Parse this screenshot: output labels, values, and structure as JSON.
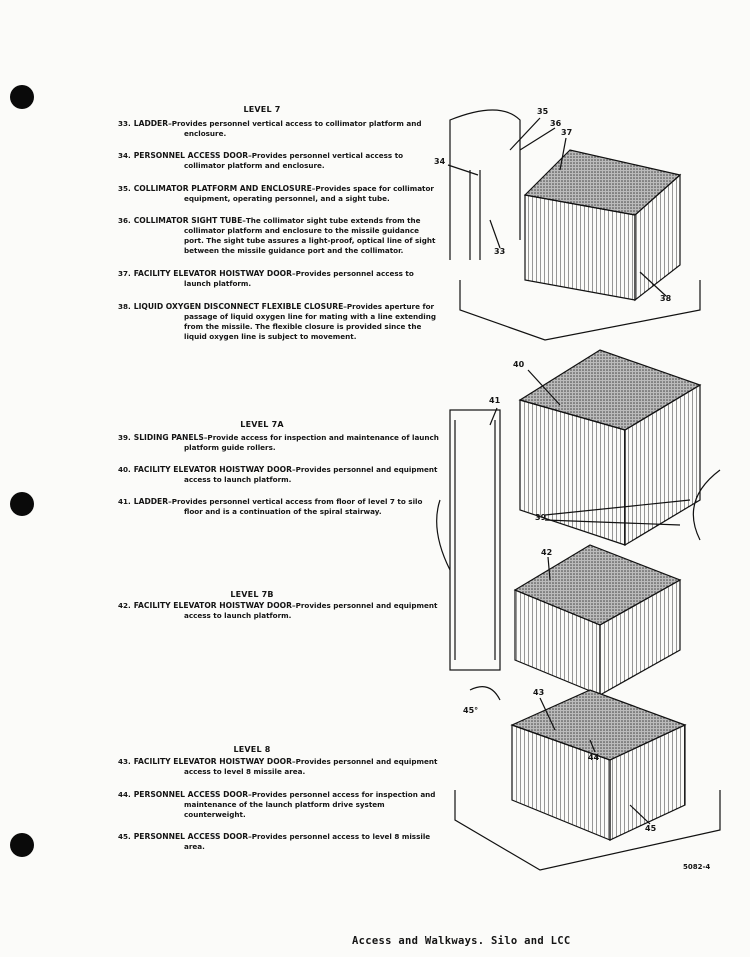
{
  "sections": [
    {
      "heading": "LEVEL 7",
      "entries": [
        {
          "num": "33.",
          "title": "LADDER",
          "desc": "–Provides personnel vertical access to collimator platform and enclosure."
        },
        {
          "num": "34.",
          "title": "PERSONNEL ACCESS DOOR",
          "desc": "–Provides personnel vertical access to collimator platform and enclosure."
        },
        {
          "num": "35.",
          "title": "COLLIMATOR PLATFORM AND ENCLOSURE",
          "desc": "–Provides space for collimator equipment, operating personnel, and a sight tube."
        },
        {
          "num": "36.",
          "title": "COLLIMATOR SIGHT TUBE",
          "desc": "–The collimator sight tube extends from the collimator platform and enclosure to the missile guidance port. The sight tube assures a light-proof, optical line of sight between the missile guidance port and the collimator."
        },
        {
          "num": "37.",
          "title": "FACILITY ELEVATOR HOISTWAY DOOR",
          "desc": "–Provides personnel access to launch platform."
        },
        {
          "num": "38.",
          "title": "LIQUID OXYGEN DISCONNECT FLEXIBLE CLOSURE",
          "desc": "–Provides aperture for passage of liquid oxygen line for mating with a line extending from the missile. The flexible closure is provided since the liquid oxygen line is subject to movement."
        }
      ]
    },
    {
      "heading": "LEVEL 7A",
      "entries": [
        {
          "num": "39.",
          "title": "SLIDING PANELS",
          "desc": "–Provide access for inspection and maintenance of launch platform guide rollers."
        },
        {
          "num": "40.",
          "title": "FACILITY ELEVATOR HOISTWAY DOOR",
          "desc": "–Provides personnel and equipment access to launch platform."
        },
        {
          "num": "41.",
          "title": "LADDER",
          "desc": "–Provides personnel vertical access from floor of level 7 to silo floor and is a continuation of the spiral stairway."
        }
      ]
    },
    {
      "heading": "LEVEL 7B",
      "entries": [
        {
          "num": "42.",
          "title": "FACILITY ELEVATOR HOISTWAY DOOR",
          "desc": "–Provides personnel and equipment access to launch platform."
        }
      ]
    },
    {
      "heading": "LEVEL 8",
      "entries": [
        {
          "num": "43.",
          "title": "FACILITY ELEVATOR HOISTWAY DOOR",
          "desc": "–Provides personnel and equipment access to level 8 missile area."
        },
        {
          "num": "44.",
          "title": "PERSONNEL ACCESS DOOR",
          "desc": "–Provides personnel access for inspection and maintenance of the launch platform drive system counterweight."
        },
        {
          "num": "45.",
          "title": "PERSONNEL ACCESS DOOR",
          "desc": "–Provides personnel access to level 8 missile area."
        }
      ]
    }
  ],
  "callouts": [
    "35",
    "36",
    "37",
    "34",
    "33",
    "38",
    "40",
    "41",
    "39",
    "42",
    "43",
    "44",
    "45",
    "45°"
  ],
  "figure_number": "5082-4",
  "footer": "Access and Walkways. Silo and LCC"
}
